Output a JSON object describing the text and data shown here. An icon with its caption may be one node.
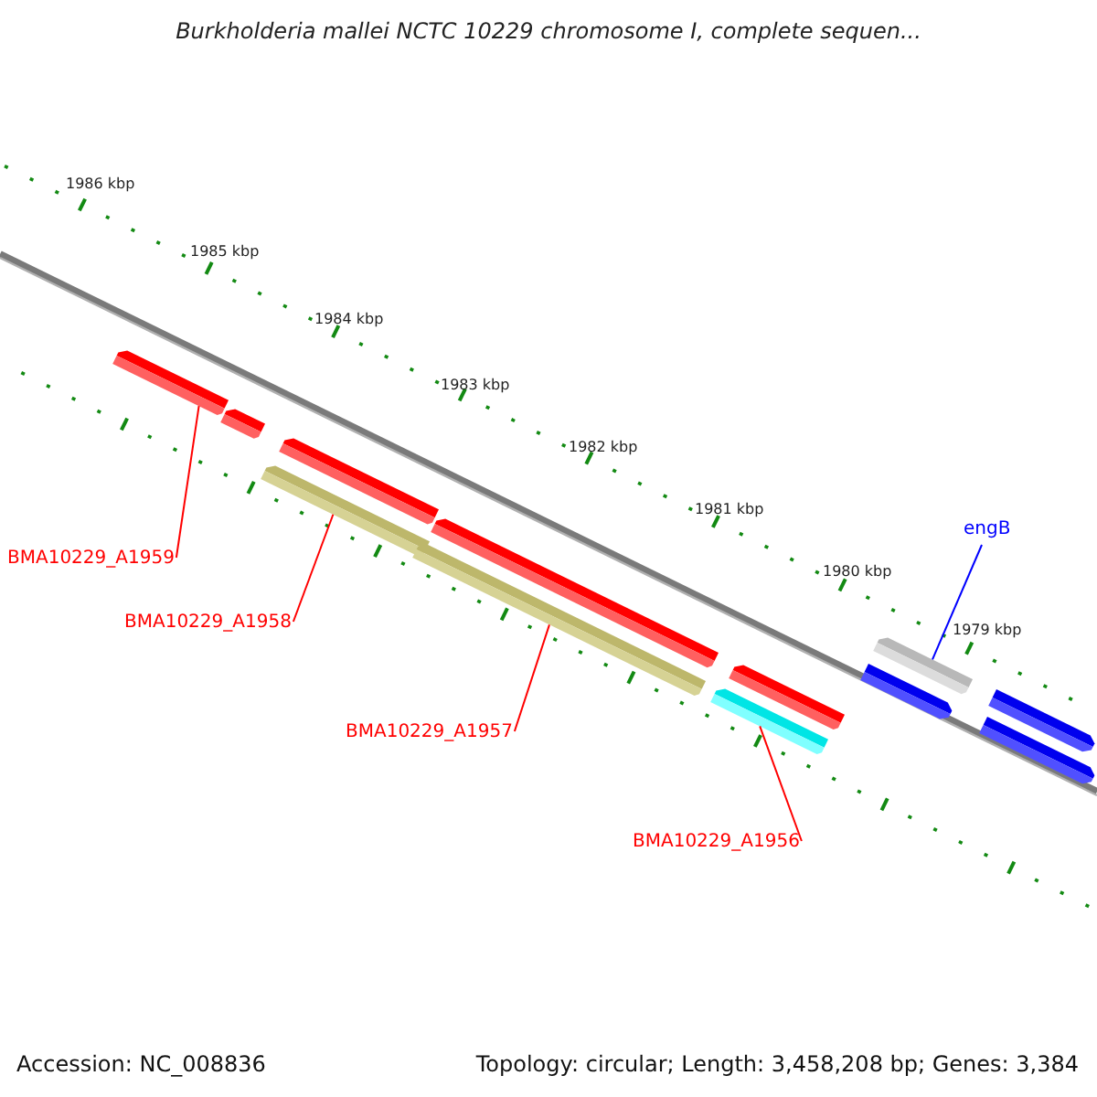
{
  "diagram": {
    "title": "Burkholderia mallei NCTC 10229 chromosome I, complete sequen...",
    "nodes": [
      {
        "text": [
          "BMA10229_A1959"
        ]
      },
      {
        "text": [
          "BMA10229_A1958"
        ]
      },
      {
        "text": [
          "BMA10229_A1957"
        ]
      },
      {
        "text": [
          "BMA10229_A1956"
        ]
      },
      {
        "text": [
          "engB"
        ]
      },
      {
        "text": [],
        "shape": "bar"
      },
      {
        "text": [],
        "shape": "bar"
      },
      {
        "text": [],
        "shape": "bar"
      },
      {
        "text": [],
        "shape": "bar"
      },
      {
        "text": [],
        "shape": "bar"
      },
      {
        "text": [],
        "shape": "bar"
      },
      {
        "text": [],
        "shape": "bar"
      },
      {
        "text": [],
        "shape": "bar"
      },
      {
        "text": [],
        "shape": "bar"
      },
      {
        "text": [],
        "shape": "bar"
      },
      {
        "text": [],
        "shape": "bar"
      },
      {
        "text": [],
        "shape": "bar"
      }
    ],
    "edges": [
      {
        "from": 0,
        "to": 5,
        "arrow": "none"
      },
      {
        "from": 1,
        "to": 7,
        "arrow": "none"
      },
      {
        "from": 2,
        "to": 9,
        "arrow": "none"
      },
      {
        "from": 3,
        "to": 11,
        "arrow": "none"
      },
      {
        "from": 4,
        "to": 14,
        "arrow": "none",
        "color": "#0000ff"
      }
    ],
    "labels": [
      "1986 kbp",
      "1985 kbp",
      "1984 kbp",
      "1983 kbp",
      "1982 kbp",
      "1981 kbp",
      "1980 kbp",
      "1979 kbp",
      "Accession: NC_008836",
      "Topology: circular; Length: 3,458,208 bp; Genes: 3,384"
    ]
  }
}
